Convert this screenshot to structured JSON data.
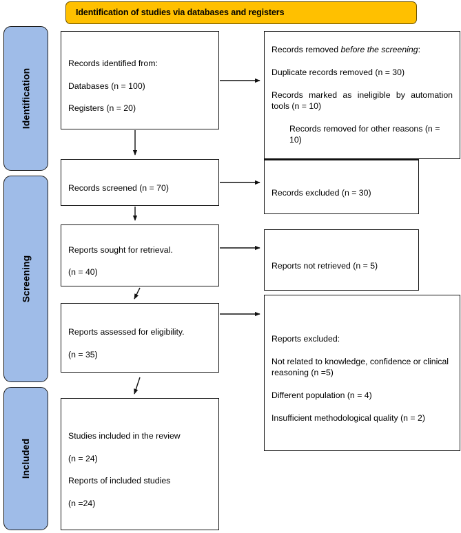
{
  "header": {
    "title": "Identification of studies via databases and registers",
    "background_color": "#FFC000"
  },
  "stages": [
    {
      "id": "identification",
      "label": "Identification",
      "color": "#9FBCE8"
    },
    {
      "id": "screening",
      "label": "Screening",
      "color": "#9FBCE8"
    },
    {
      "id": "included",
      "label": "Included",
      "color": "#9FBCE8"
    }
  ],
  "boxes": {
    "identified": {
      "line1": "Records identified from:",
      "line2": "Databases (n = 100)",
      "line3": "Registers (n = 20)"
    },
    "removed": {
      "lead_plain": "Records removed ",
      "lead_italic": "before the screening",
      "lead_colon": ":",
      "line_duplicate": "Duplicate records removed (n = 30)",
      "line_automation": "Records marked as ineligible by automation tools (n = 10)",
      "line_other": "Records removed for other reasons (n = 10)"
    },
    "screened": {
      "line1": "Records screened (n = 70)"
    },
    "excluded_records": {
      "line1": "Records excluded (n = 30)"
    },
    "sought": {
      "line1": "Reports sought for retrieval.",
      "line2": "(n = 40)"
    },
    "not_retrieved": {
      "line1": "Reports not retrieved (n = 5)"
    },
    "assessed": {
      "line1": "Reports assessed for eligibility.",
      "line2": "(n = 35)"
    },
    "excluded_reports": {
      "line1": "Reports excluded:",
      "line2": "Not related to knowledge, confidence or clinical reasoning (n =5)",
      "line3": "Different population (n = 4)",
      "line4": "Insufficient methodological quality (n = 2)"
    },
    "included": {
      "line1": "Studies included in the review",
      "line2": "(n = 24)",
      "line3": "Reports of included studies",
      "line4": "(n =24)"
    }
  },
  "chart_data": {
    "type": "diagram",
    "title": "Identification of studies via databases and registers",
    "diagram_kind": "PRISMA flow diagram",
    "nodes": [
      {
        "id": "identified",
        "stage": "Identification",
        "column": "left",
        "text": "Records identified from: Databases (n = 100) Registers (n = 20)",
        "counts": {
          "databases": 100,
          "registers": 20
        }
      },
      {
        "id": "removed",
        "stage": "Identification",
        "column": "right",
        "text": "Records removed before the screening: Duplicate records removed (n = 30) Records marked as ineligible by automation tools (n = 10) Records removed for other reasons (n = 10)",
        "counts": {
          "duplicates": 30,
          "automation_ineligible": 10,
          "other_reasons": 10
        }
      },
      {
        "id": "screened",
        "stage": "Screening",
        "column": "left",
        "text": "Records screened (n = 70)",
        "counts": {
          "n": 70
        }
      },
      {
        "id": "excluded_records",
        "stage": "Screening",
        "column": "right",
        "text": "Records excluded (n = 30)",
        "counts": {
          "n": 30
        }
      },
      {
        "id": "sought",
        "stage": "Screening",
        "column": "left",
        "text": "Reports sought for retrieval. (n = 40)",
        "counts": {
          "n": 40
        }
      },
      {
        "id": "not_retrieved",
        "stage": "Screening",
        "column": "right",
        "text": "Reports not retrieved (n = 5)",
        "counts": {
          "n": 5
        }
      },
      {
        "id": "assessed",
        "stage": "Screening",
        "column": "left",
        "text": "Reports assessed for eligibility. (n = 35)",
        "counts": {
          "n": 35
        }
      },
      {
        "id": "excluded_reports",
        "stage": "Screening",
        "column": "right",
        "text": "Reports excluded: Not related to knowledge, confidence or clinical reasoning (n =5) Different population (n = 4) Insufficient methodological quality (n = 2)",
        "counts": {
          "not_related": 5,
          "different_population": 4,
          "insufficient_quality": 2
        }
      },
      {
        "id": "included",
        "stage": "Included",
        "column": "left",
        "text": "Studies included in the review (n = 24) Reports of included studies (n =24)",
        "counts": {
          "studies": 24,
          "reports": 24
        }
      }
    ],
    "edges": [
      {
        "from": "identified",
        "to": "removed",
        "direction": "right"
      },
      {
        "from": "identified",
        "to": "screened",
        "direction": "down"
      },
      {
        "from": "screened",
        "to": "excluded_records",
        "direction": "right"
      },
      {
        "from": "screened",
        "to": "sought",
        "direction": "down"
      },
      {
        "from": "sought",
        "to": "not_retrieved",
        "direction": "right"
      },
      {
        "from": "sought",
        "to": "assessed",
        "direction": "down"
      },
      {
        "from": "assessed",
        "to": "excluded_reports",
        "direction": "right"
      },
      {
        "from": "assessed",
        "to": "included",
        "direction": "down"
      }
    ]
  }
}
